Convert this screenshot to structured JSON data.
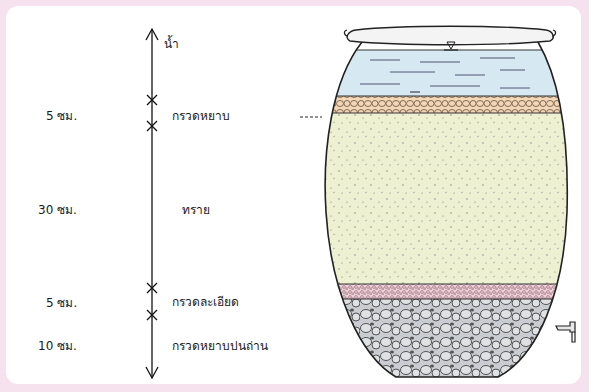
{
  "diagram": {
    "labels": [
      "น้ำ",
      "5 ซม.",
      "กรวดหยาบ",
      "30 ซม.",
      "ทราย",
      "5 ซม.",
      "กรวดละเอียด",
      "10 ซม.",
      "กรวดหยาบปนถ่าน"
    ]
  }
}
